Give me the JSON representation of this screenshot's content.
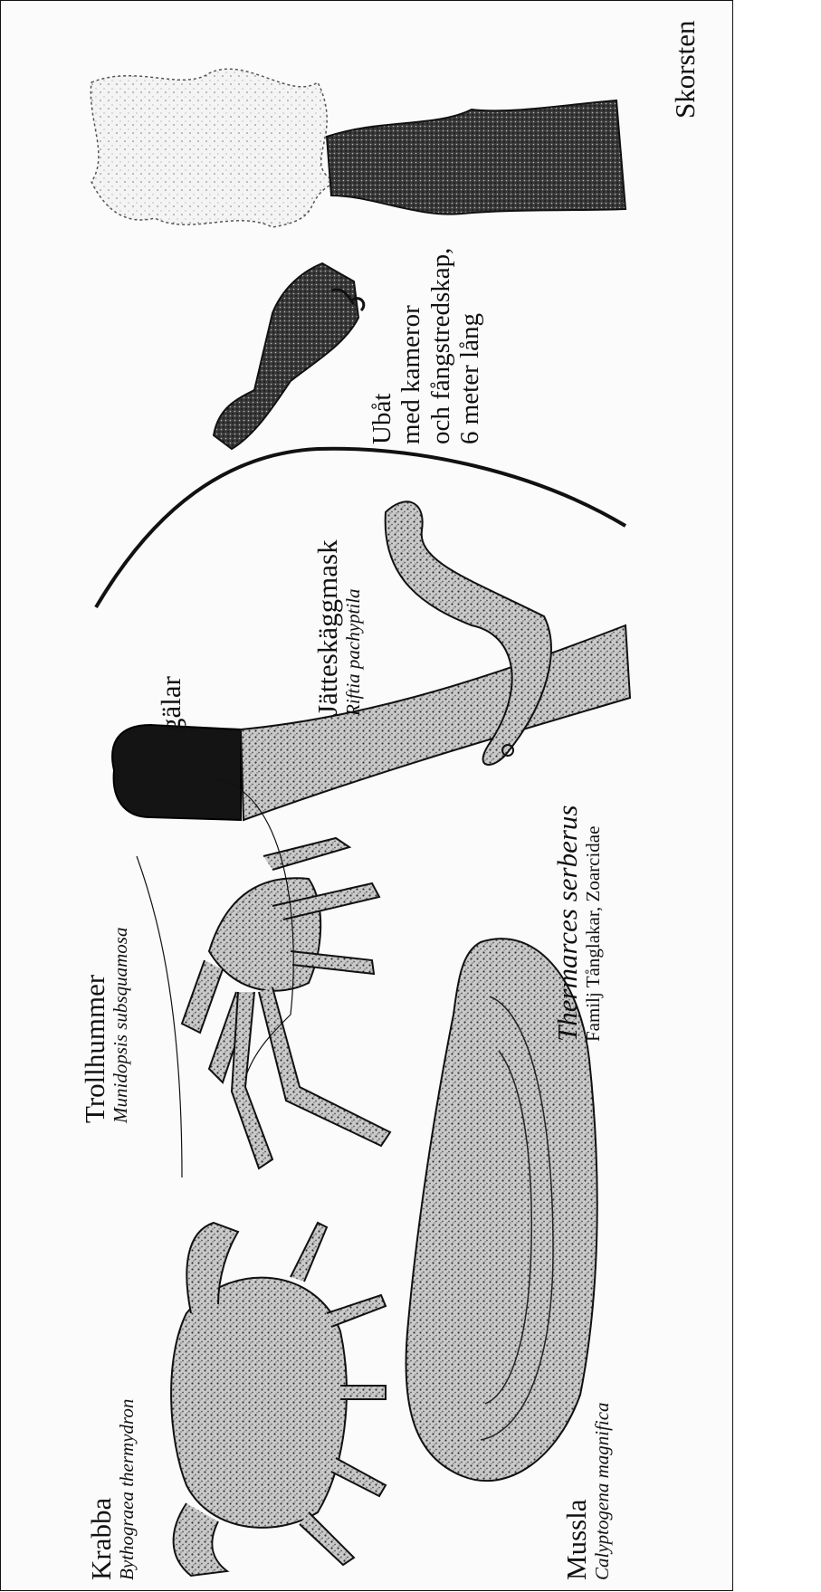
{
  "labels": {
    "krabba": {
      "common": "Krabba",
      "scientific": "Bythograea thermydron"
    },
    "mussla": {
      "common": "Mussla",
      "scientific": "Calyptogena magnifica"
    },
    "trollhummer": {
      "common": "Trollhummer",
      "scientific": "Munidopsis subsquamosa"
    },
    "fish": {
      "scientific": "Thermarces serberus",
      "family": "Familj Tånglakar, Zoarcidae"
    },
    "gills": {
      "text": "gälar"
    },
    "worm": {
      "common": "Jätteskäggmask",
      "scientific": "Riftia pachyptila"
    },
    "submarine": {
      "line1": "Ubåt",
      "line2": "med kameror",
      "line3": "och fångstredskap,",
      "line4": "6 meter lång"
    },
    "chimney": {
      "text": "Skorsten"
    }
  }
}
